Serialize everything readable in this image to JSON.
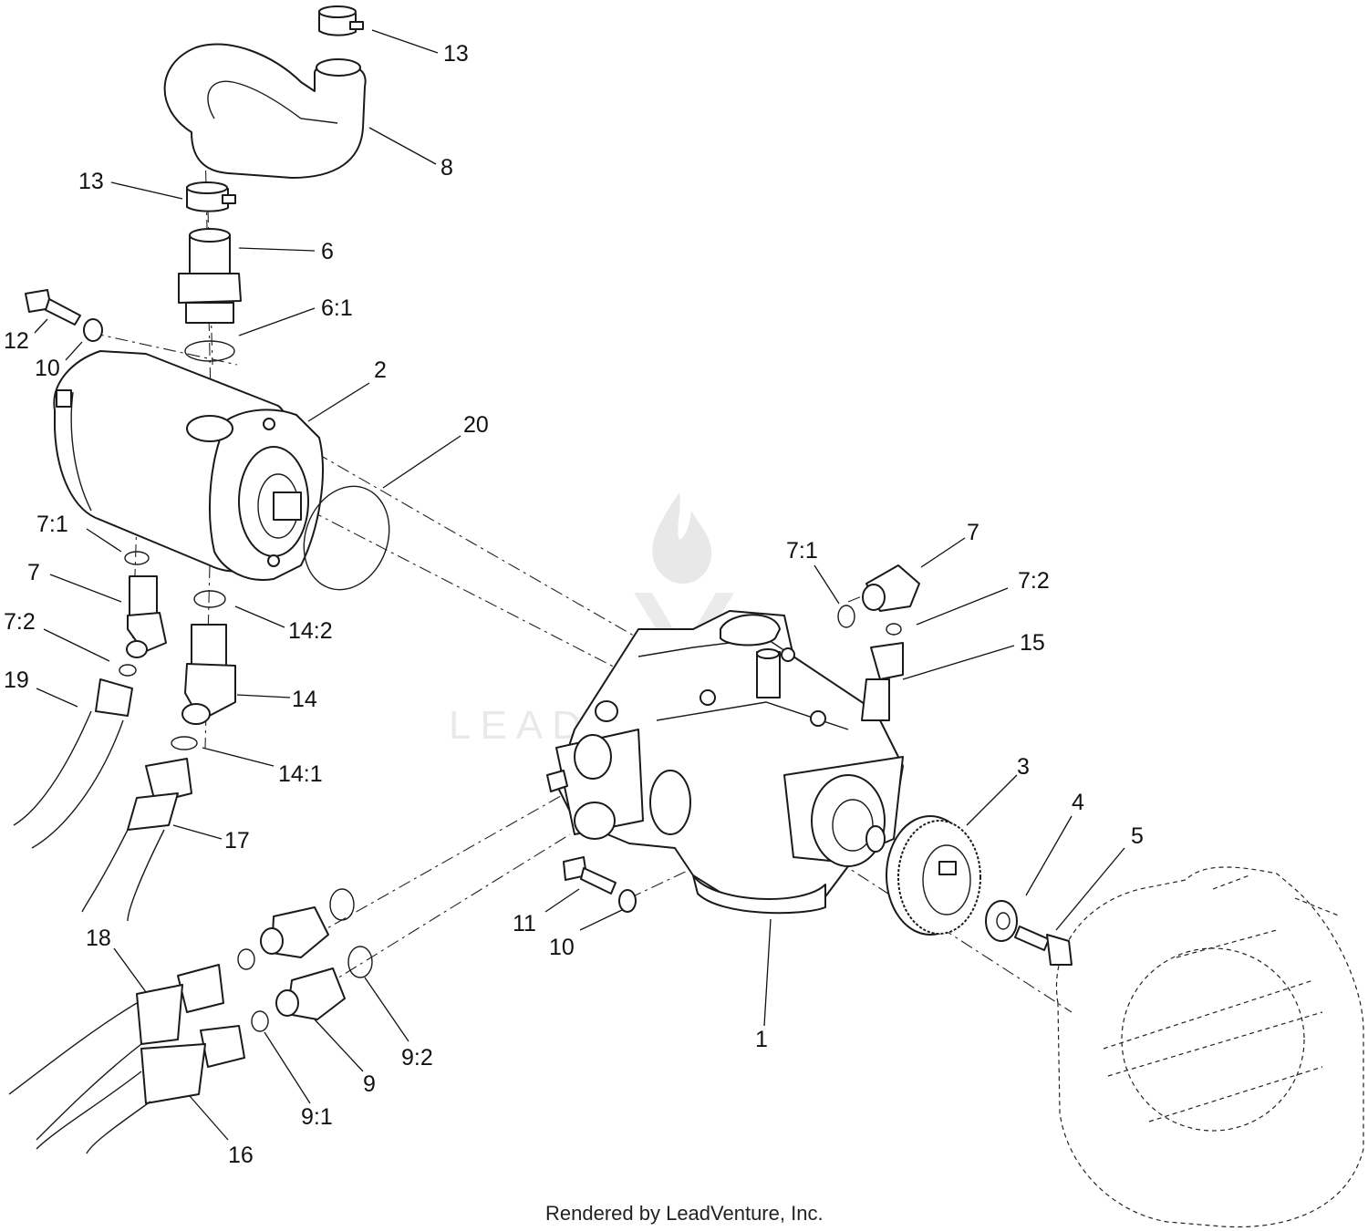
{
  "diagram": {
    "callouts": [
      {
        "id": "c-13-top",
        "label": "13"
      },
      {
        "id": "c-8",
        "label": "8"
      },
      {
        "id": "c-13-mid",
        "label": "13"
      },
      {
        "id": "c-6",
        "label": "6"
      },
      {
        "id": "c-6-1",
        "label": "6:1"
      },
      {
        "id": "c-12",
        "label": "12"
      },
      {
        "id": "c-10-left",
        "label": "10"
      },
      {
        "id": "c-2",
        "label": "2"
      },
      {
        "id": "c-20",
        "label": "20"
      },
      {
        "id": "c-7-1-left",
        "label": "7:1"
      },
      {
        "id": "c-7-left",
        "label": "7"
      },
      {
        "id": "c-7-2-left",
        "label": "7:2"
      },
      {
        "id": "c-19",
        "label": "19"
      },
      {
        "id": "c-14-2",
        "label": "14:2"
      },
      {
        "id": "c-14",
        "label": "14"
      },
      {
        "id": "c-14-1",
        "label": "14:1"
      },
      {
        "id": "c-17",
        "label": "17"
      },
      {
        "id": "c-18",
        "label": "18"
      },
      {
        "id": "c-16",
        "label": "16"
      },
      {
        "id": "c-9-1",
        "label": "9:1"
      },
      {
        "id": "c-9",
        "label": "9"
      },
      {
        "id": "c-9-2",
        "label": "9:2"
      },
      {
        "id": "c-11",
        "label": "11"
      },
      {
        "id": "c-10-right",
        "label": "10"
      },
      {
        "id": "c-1",
        "label": "1"
      },
      {
        "id": "c-3",
        "label": "3"
      },
      {
        "id": "c-4",
        "label": "4"
      },
      {
        "id": "c-5",
        "label": "5"
      },
      {
        "id": "c-7-1-right",
        "label": "7:1"
      },
      {
        "id": "c-7-right",
        "label": "7"
      },
      {
        "id": "c-7-2-right",
        "label": "7:2"
      },
      {
        "id": "c-15",
        "label": "15"
      }
    ],
    "watermark": "LEADVENTURE",
    "footer": "Rendered by LeadVenture, Inc."
  }
}
